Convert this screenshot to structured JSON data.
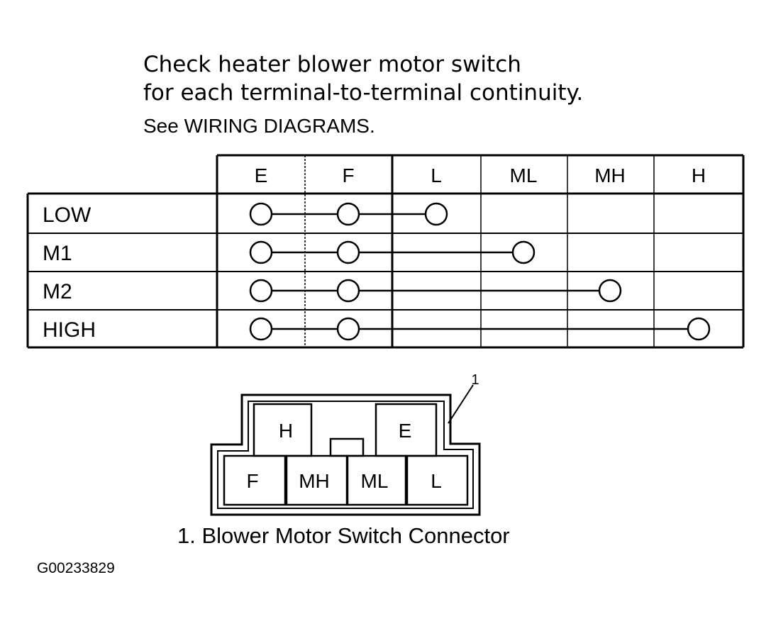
{
  "instructions": {
    "line1": "Check heater blower motor switch",
    "line2": "for each terminal-to-terminal continuity.",
    "line3": "See WIRING DIAGRAMS."
  },
  "continuity_table": {
    "columns": [
      "E",
      "F",
      "L",
      "ML",
      "MH",
      "H"
    ],
    "rows": [
      {
        "label": "LOW",
        "connected": [
          "E",
          "F",
          "L"
        ]
      },
      {
        "label": "M1",
        "connected": [
          "E",
          "F",
          "ML"
        ]
      },
      {
        "label": "M2",
        "connected": [
          "E",
          "F",
          "MH"
        ]
      },
      {
        "label": "HIGH",
        "connected": [
          "E",
          "F",
          "H"
        ]
      }
    ]
  },
  "connector": {
    "callout": "1",
    "top_pins": [
      "H",
      "E"
    ],
    "bottom_pins": [
      "F",
      "MH",
      "ML",
      "L"
    ]
  },
  "caption": "1. Blower Motor Switch Connector",
  "figure_id": "G00233829"
}
